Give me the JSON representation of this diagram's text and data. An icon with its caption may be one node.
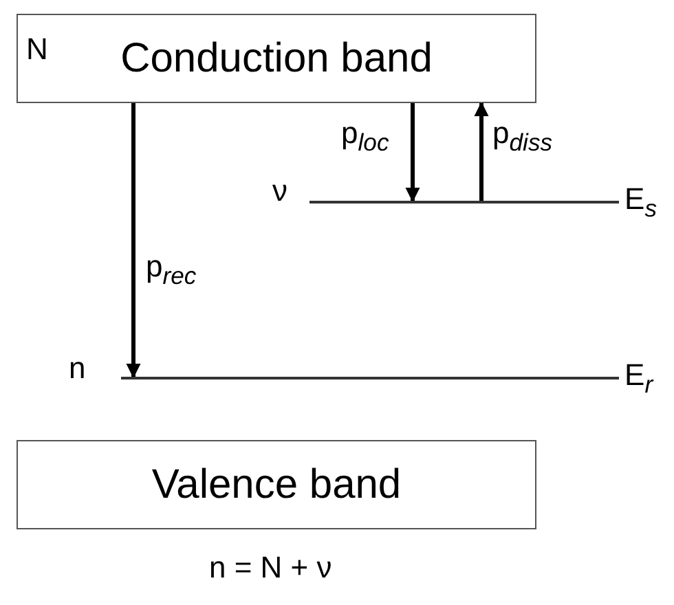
{
  "diagram": {
    "nodes": [
      {
        "text": [
          "N",
          "Conduction band"
        ]
      },
      {
        "text": [
          "Valence band"
        ]
      },
      {
        "text": [],
        "shape": "bar",
        "beside": [
          "ν",
          "E$_{s}$"
        ]
      },
      {
        "text": [],
        "shape": "bar",
        "beside": [
          "n",
          "E$_{r}$"
        ]
      }
    ],
    "edges": [
      {
        "from": 0,
        "to": 3,
        "arrow": "to",
        "label": "p$_{rec}$"
      },
      {
        "from": 0,
        "to": 2,
        "arrow": "to",
        "label": "p$_{loc}$"
      },
      {
        "from": 2,
        "to": 0,
        "arrow": "to",
        "label": "p$_{diss}$"
      }
    ],
    "labels": [
      "n = N + ν"
    ]
  }
}
